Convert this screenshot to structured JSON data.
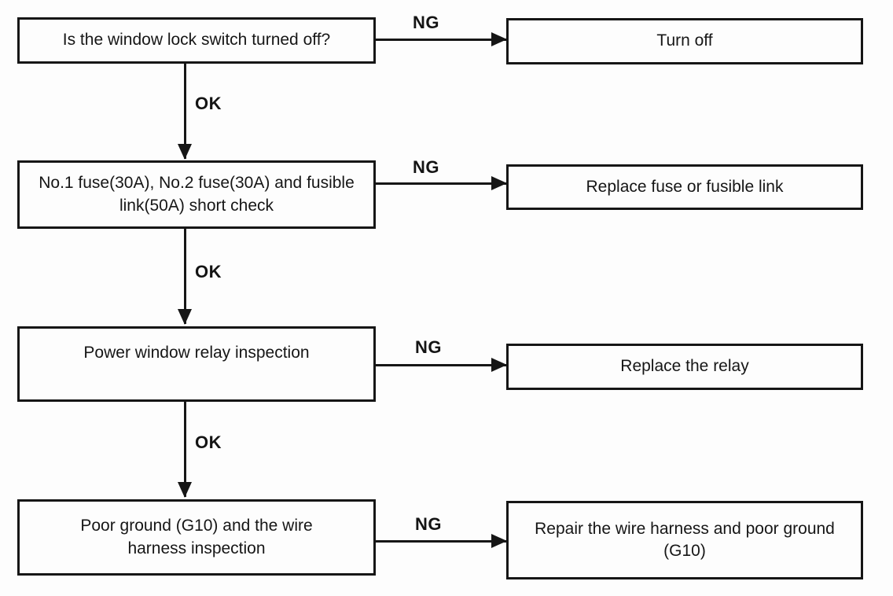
{
  "colors": {
    "ink": "#161616",
    "paper": "#fdfdfd"
  },
  "labels": {
    "ng": "NG",
    "ok": "OK"
  },
  "flowchart": {
    "steps": [
      {
        "check": "Is the window lock switch turned off?",
        "ng_action": "Turn off"
      },
      {
        "check": "No.1 fuse(30A), No.2 fuse(30A) and fusible link(50A) short check",
        "ng_action": "Replace fuse or fusible link"
      },
      {
        "check": "Power window relay inspection",
        "ng_action": "Replace the relay"
      },
      {
        "check": "Poor ground (G10) and the wire harness inspection",
        "ng_action": "Repair the wire harness and poor ground (G10)"
      }
    ]
  }
}
